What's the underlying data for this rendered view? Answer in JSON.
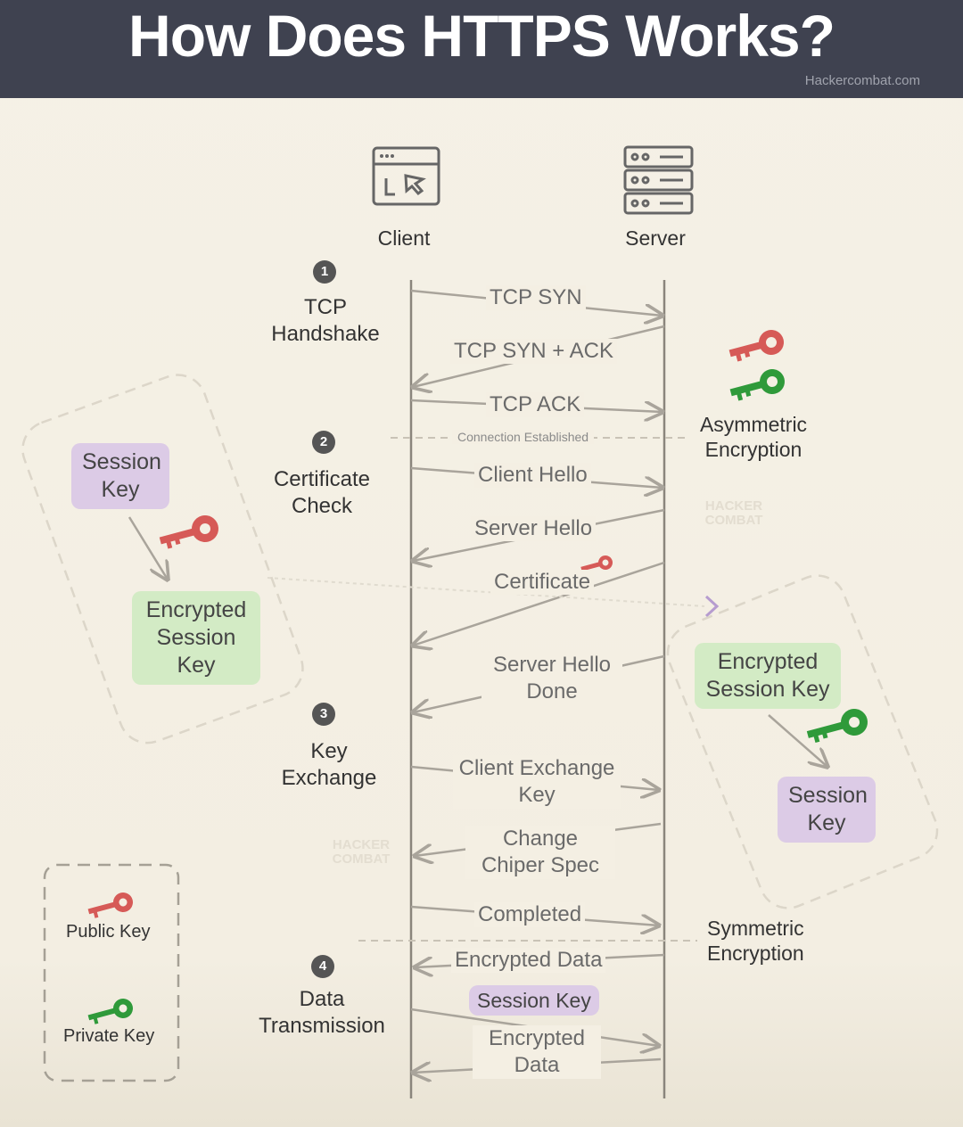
{
  "title": "How Does HTTPS Works?",
  "credit": "Hackercombat.com",
  "actors": {
    "client": "Client",
    "server": "Server"
  },
  "stages": [
    {
      "number": "1",
      "label": "TCP Handshake"
    },
    {
      "number": "2",
      "label": "Certificate Check"
    },
    {
      "number": "3",
      "label": "Key Exchange"
    },
    {
      "number": "4",
      "label": "Data Transmission"
    }
  ],
  "messages": {
    "tcp_syn": "TCP SYN",
    "tcp_syn_ack": "TCP SYN + ACK",
    "tcp_ack": "TCP ACK",
    "connection_established": "Connection Established",
    "client_hello": "Client Hello",
    "server_hello": "Server Hello",
    "certificate": "Certificate",
    "server_hello_done": "Server Hello Done",
    "client_exchange_key": "Client Exchange Key",
    "change_cipher_spec": "Change Chiper Spec",
    "completed": "Completed",
    "encrypted_data_1": "Encrypted Data",
    "session_key": "Session Key",
    "encrypted_data_2": "Encrypted Data"
  },
  "labels": {
    "asymmetric": "Asymmetric Encryption",
    "symmetric": "Symmetric Encryption"
  },
  "client_box": {
    "session_key": "Session Key",
    "encrypted_session_key": "Encrypted Session Key"
  },
  "server_box": {
    "encrypted_session_key": "Encrypted Session Key",
    "session_key": "Session Key"
  },
  "legend": {
    "public_key": "Public Key",
    "private_key": "Private Key"
  },
  "watermark": "HACKER COMBAT",
  "colors": {
    "public_key": "#d65a57",
    "private_key": "#2f9a3a",
    "header": "#3f4250",
    "arrow": "#a9a49b"
  }
}
